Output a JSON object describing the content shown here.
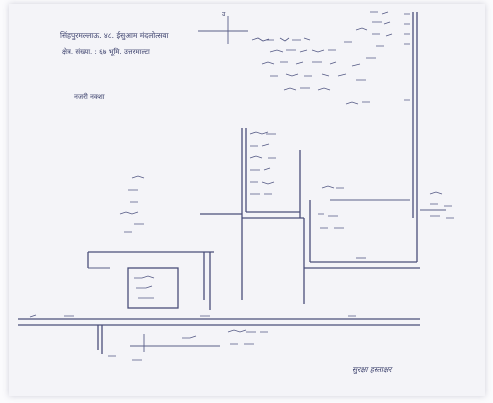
{
  "plan": {
    "header_line_1": "सिंहपुरमल्लाऊ. ४८. ईसुआम मंदलोत्सवा",
    "header_line_2": "क्षेत्र. संख्या. : ६७ भूमि. उत्तरमाल्टा",
    "header_note": "नजरी नक्शा",
    "signature": "सुरक्षा हस्ताक्षर",
    "north_label": "उ"
  }
}
